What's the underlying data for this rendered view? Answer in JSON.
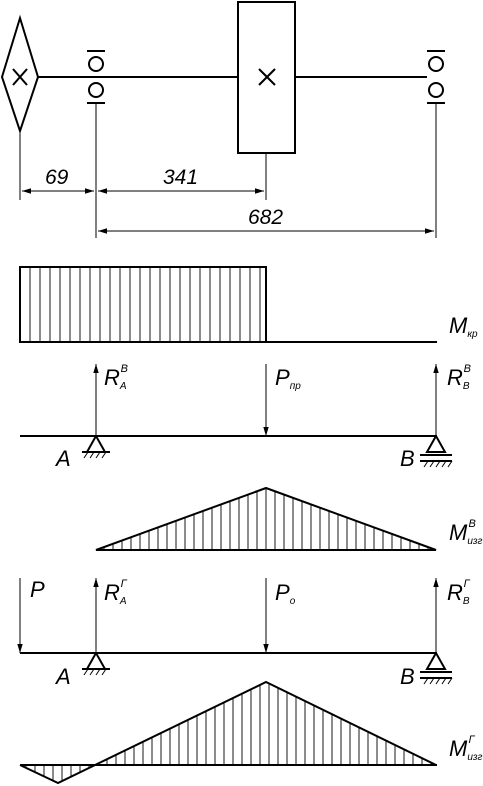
{
  "dimensions": {
    "d1": "69",
    "d2": "341",
    "d3": "682"
  },
  "labels": {
    "torque": {
      "main": "M",
      "sub": "кр"
    },
    "vertical": {
      "ra": {
        "main": "R",
        "sub": "А",
        "sup": "В"
      },
      "rb": {
        "main": "R",
        "sub": "В",
        "sup": "В"
      },
      "p": {
        "main": "P",
        "sub": "пр"
      },
      "a": "А",
      "b": "В",
      "moment": {
        "main": "M",
        "sub": "изг",
        "sup": "В"
      }
    },
    "horizontal": {
      "p_left": "P",
      "ra": {
        "main": "R",
        "sub": "А",
        "sup": "Г"
      },
      "rb": {
        "main": "R",
        "sub": "В",
        "sup": "Г"
      },
      "p": {
        "main": "P",
        "sub": "о"
      },
      "a": "А",
      "b": "В",
      "moment": {
        "main": "M",
        "sub": "изг",
        "sup": "Г"
      }
    }
  }
}
